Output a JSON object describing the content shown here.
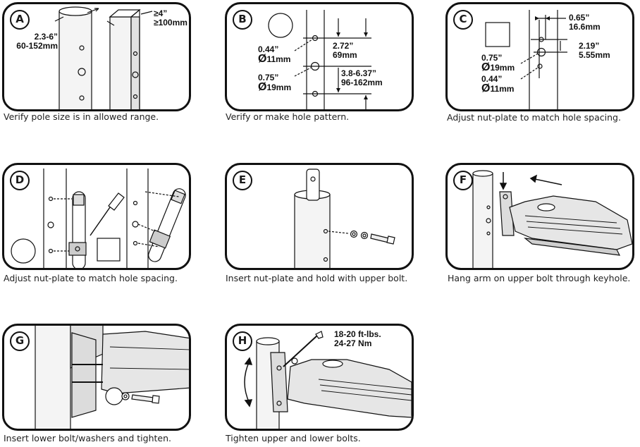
{
  "panels": {
    "a": {
      "letter": "A",
      "caption": "Verify pole size is in allowed range.",
      "round_pole": {
        "line1": "2.3-6”",
        "line2": "60-152mm"
      },
      "square_pole": {
        "line1": "≥4”",
        "line2": "≥100mm"
      }
    },
    "b": {
      "letter": "B",
      "caption": "Verify or make hole pattern.",
      "small_hole": {
        "line1": "0.44”",
        "sym": "Ø",
        "line2": "11mm"
      },
      "large_hole": {
        "line1": "0.75”",
        "sym": "Ø",
        "line2": "19mm"
      },
      "spacing_upper": {
        "line1": "2.72”",
        "line2": "69mm"
      },
      "spacing_lower": {
        "line1": "3.8-6.37”",
        "line2": "96-162mm"
      }
    },
    "c": {
      "letter": "C",
      "caption": "Adjust nut-plate to match hole spacing.",
      "offset_h": {
        "line1": "0.65”",
        "line2": "16.6mm"
      },
      "offset_v": {
        "line1": "2.19”",
        "line2": "5.55mm"
      },
      "large_hole": {
        "line1": "0.75”",
        "sym": "Ø",
        "line2": "19mm"
      },
      "small_hole": {
        "line1": "0.44”",
        "sym": "Ø",
        "line2": "11mm"
      }
    },
    "d": {
      "letter": "D",
      "caption": "Adjust nut-plate to match hole spacing."
    },
    "e": {
      "letter": "E",
      "caption": "Insert nut-plate and hold with upper bolt."
    },
    "f": {
      "letter": "F",
      "caption": "Hang arm on upper bolt through keyhole."
    },
    "g": {
      "letter": "G",
      "caption": "Insert lower bolt/washers and tighten."
    },
    "h": {
      "letter": "H",
      "caption": "Tighten upper and lower bolts.",
      "torque": {
        "line1": "18-20 ft-lbs.",
        "line2": "24-27 Nm"
      }
    }
  },
  "colors": {
    "ink": "#111111",
    "pole": "#f4f4f4",
    "fixture": "#e6e6e6"
  }
}
